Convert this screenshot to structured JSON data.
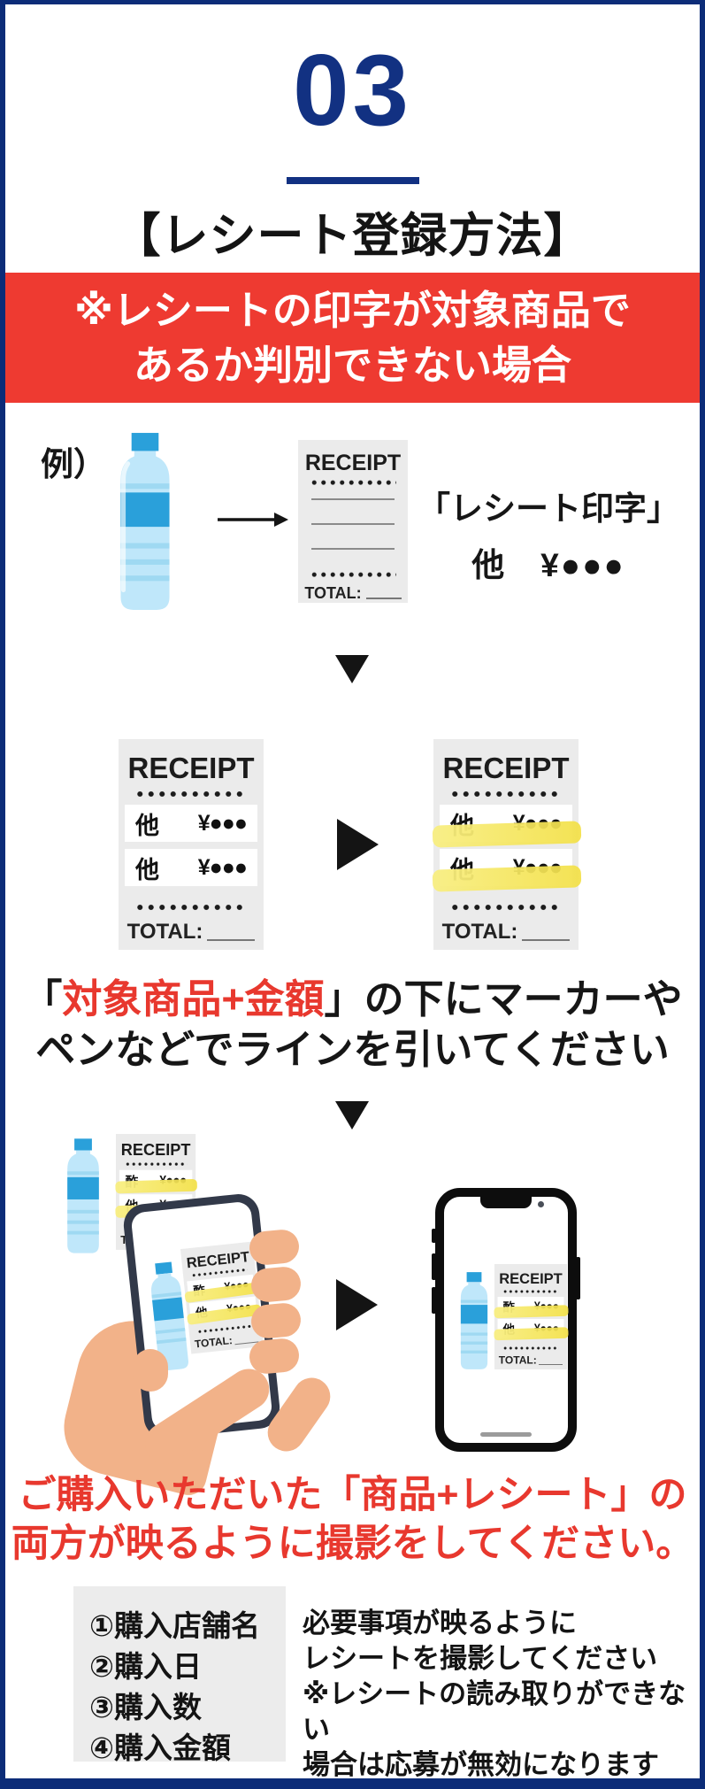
{
  "header": {
    "step_number": "03",
    "title": "【レシート登録方法】"
  },
  "notice_banner": {
    "line1": "※レシートの印字が対象商品で",
    "line2": "あるか判別できない場合"
  },
  "example": {
    "label": "例）",
    "print_caption_line1": "「レシート印字」",
    "print_caption_line2": "他　¥●●●"
  },
  "receipt": {
    "title": "RECEIPT",
    "total_label": "TOTAL:",
    "row_other_label": "他",
    "row_target_label": "酢",
    "price_masked": "¥●●●"
  },
  "marker_caption": {
    "bracket_open": "「",
    "red_text": "対象商品+金額",
    "line1_rest": "」の下にマーカーや",
    "line2": "ペンなどでラインを引いてください"
  },
  "photo_caption": {
    "line1": "ご購入いただいた「商品+レシート」の",
    "line2": "両方が映るように撮影をしてください。"
  },
  "footer": {
    "checklist": [
      "①購入店舗名",
      "②購入日",
      "③購入数",
      "④購入金額"
    ],
    "notes": [
      "必要事項が映るように",
      "レシートを撮影してください",
      "※レシートの読み取りができない",
      "場合は応募が無効になります"
    ]
  },
  "colors": {
    "frame_navy": "#0c2c78",
    "accent_navy": "#123182",
    "accent_red": "#ee3a31",
    "highlight_yellow": "#f3e046",
    "bottle_blue": "#2aa0da",
    "bottle_light_blue": "#bfe7fa",
    "receipt_gray": "#ebebeb",
    "hand_skin": "#f2b289"
  }
}
